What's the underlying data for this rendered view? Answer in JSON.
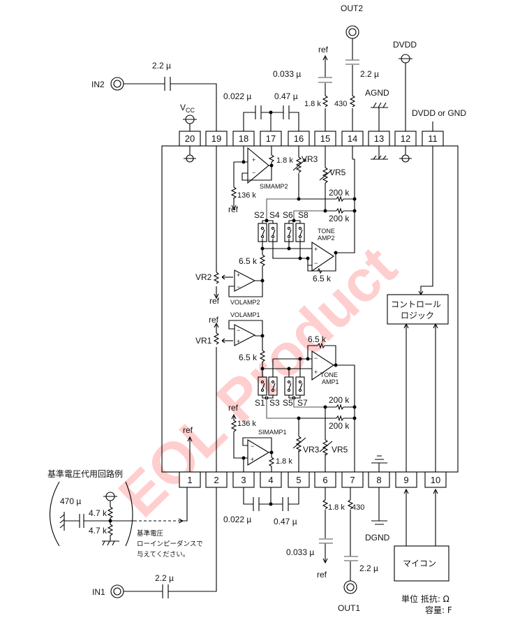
{
  "diagram": {
    "watermark": "EOL Product",
    "watermark_color": "#ff2020",
    "pins_top": [
      {
        "num": "20",
        "label": "VCC"
      },
      {
        "num": "19",
        "label": ""
      },
      {
        "num": "18",
        "label": ""
      },
      {
        "num": "17",
        "label": ""
      },
      {
        "num": "16",
        "label": ""
      },
      {
        "num": "15",
        "label": ""
      },
      {
        "num": "14",
        "label": ""
      },
      {
        "num": "13",
        "label": "AGND"
      },
      {
        "num": "12",
        "label": "DVDD"
      },
      {
        "num": "11",
        "label": "DVDD or GND"
      }
    ],
    "pins_bottom": [
      {
        "num": "1"
      },
      {
        "num": "2"
      },
      {
        "num": "3"
      },
      {
        "num": "4"
      },
      {
        "num": "5"
      },
      {
        "num": "6"
      },
      {
        "num": "7"
      },
      {
        "num": "8"
      },
      {
        "num": "9"
      },
      {
        "num": "10"
      }
    ],
    "labels": {
      "in2": "IN2",
      "in1": "IN1",
      "out2": "OUT2",
      "out1": "OUT1",
      "vcc_main": "V",
      "vcc_sub": "CC",
      "dvdd": "DVDD",
      "dvdd_or_gnd": "DVDD or GND",
      "agnd": "AGND",
      "dgnd": "DGND",
      "ref": "ref"
    },
    "components": {
      "c_in2": "2.2 µ",
      "c_in1": "2.2 µ",
      "c_18": "0.022 µ",
      "c_16": "0.47 µ",
      "c_15": "0.033 µ",
      "c_14": "2.2 µ",
      "r_15": "1.8 k",
      "r_14": "430",
      "c_3": "0.022 µ",
      "c_5": "0.47 µ",
      "r_6": "1.8 k",
      "r_7": "430",
      "c_6": "0.033 µ",
      "c_7": "2.2 µ",
      "r_sim2_fb": "1.8 k",
      "r_sim2_ref": "136 k",
      "r_sim1_fb": "1.8 k",
      "r_sim1_ref": "136 k",
      "r_200k_a": "200 k",
      "r_200k_b": "200 k",
      "r_200k_c": "200 k",
      "r_200k_d": "200 k",
      "r_65k_a": "6.5 k",
      "r_65k_b": "6.5 k",
      "r_65k_c": "6.5 k",
      "r_65k_d": "6.5 k",
      "vr1": "VR1",
      "vr2": "VR2",
      "vr3_top": "VR3",
      "vr5_top": "VR5",
      "vr3_bot": "VR3",
      "vr5_bot": "VR5"
    },
    "amps": {
      "simamp2": "SIMAMP2",
      "simamp1": "SIMAMP1",
      "volamp2": "VOLAMP2",
      "volamp1": "VOLAMP1",
      "toneamp2_l1": "TONE",
      "toneamp2_l2": "AMP2",
      "toneamp1_l1": "TONE",
      "toneamp1_l2": "AMP1"
    },
    "switches": {
      "top": [
        "S2",
        "S4",
        "S6",
        "S8"
      ],
      "bottom": [
        "S1",
        "S3",
        "S5",
        "S7"
      ]
    },
    "control_logic": {
      "line1": "コントロール",
      "line2": "ロジック"
    },
    "mcu": "マイコン",
    "ref_circuit": {
      "title": "基準電圧代用回路例",
      "cap": "470 µ",
      "r_top": "4.7 k",
      "r_bot": "4.7 k",
      "note1": "基準電圧",
      "note2": "ローインピーダンスで",
      "note3": "与えてください。"
    },
    "units": {
      "line1": "単位 抵抗: Ω",
      "line2": "容量: F"
    }
  }
}
